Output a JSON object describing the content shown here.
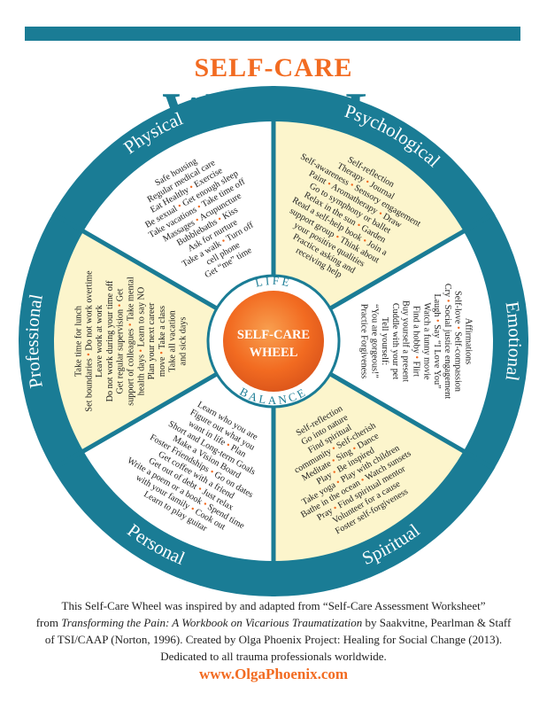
{
  "header": {
    "title_small": "SELF-CARE",
    "title_big": "WHEEL"
  },
  "colors": {
    "teal": "#1a7c95",
    "orange": "#f26b21",
    "cream": "#fcf5cc",
    "white": "#ffffff"
  },
  "center": {
    "top_label": "LIFE",
    "bottom_label": "BALANCE",
    "line1": "SELF-CARE",
    "line2": "WHEEL"
  },
  "segments": [
    {
      "name": "Physical",
      "lines": [
        "Safe housing",
        "Regular medical care",
        "Eat Healthy • Exercise",
        "Be sexual • Get enough sleep",
        "Take vacations • Take time off",
        "Massages • Acupuncture",
        "Bubblebaths • Kiss",
        "Ask for nurture",
        "Take a walk • Turn off",
        "cell phone",
        "Get “me” time"
      ]
    },
    {
      "name": "Psychological",
      "lines": [
        "Self-reflection",
        "Therapy • Journal",
        "Self-awareness • Sensory engagement",
        "Paint • Aromatherapy • Draw",
        "Go to symphony or ballet",
        "Relax in the sun • Garden",
        "Read a self-help book • Join a",
        "support group • Think about",
        "your positive qualities",
        "Practice asking and",
        "receiving help"
      ]
    },
    {
      "name": "Emotional",
      "lines": [
        "Affirmations",
        "Self-love • Self-compassion",
        "Cry • Social justice engagement",
        "Laugh • Say “I Love You”",
        "Watch a funny movie",
        "Find a hobby • Flirt",
        "Buy yourself a present",
        "Cuddle with your pet",
        "Tell yourself:",
        "“You are gorgeous!”",
        "Practice Forgiveness"
      ]
    },
    {
      "name": "Spiritual",
      "lines": [
        "Self-reflection",
        "Go into nature",
        "Find spiritual",
        "community • Self-cherish",
        "Meditate • Sing • Dance",
        "Play • Be inspired",
        "Take yoga • Play with children",
        "Bathe in the ocean • Watch sunsets",
        "Pray • Find spiritual mentor",
        "Volunteer for a cause",
        "Foster self-forgiveness"
      ]
    },
    {
      "name": "Personal",
      "lines": [
        "Learn who you are",
        "Figure out what you",
        "want in life • Plan",
        "Short and Long-term Goals",
        "Make a Vision Board",
        "Foster Friendships • Go on dates",
        "Get coffee with a friend",
        "Get out of debt • Just relax",
        "Write a poem or a book • Spend time",
        "with your family • Cook out",
        "Learn to play guitar"
      ]
    },
    {
      "name": "Professional",
      "lines": [
        "Take time for lunch",
        "Set boundaries • Do not work overtime",
        "Leave work at work",
        "Do not work during your time off",
        "Get regular supervision • Get",
        "support of colleagues • Take mental",
        "health days • Learn to say NO",
        "Plan your next career",
        "move • Take a class",
        "Take all vacation",
        "and sick days"
      ]
    }
  ],
  "footer": {
    "line1": "This Self-Care Wheel was inspired by and adapted from “Self-Care Assessment Worksheet”",
    "line2_pre": "from ",
    "line2_italic": "Transforming the Pain: A Workbook on Vicarious Traumatization",
    "line2_post": " by Saakvitne, Pearlman & Staff",
    "line3": "of TSI/CAAP (Norton, 1996). Created by Olga Phoenix Project: Healing for Social Change (2013).",
    "line4": "Dedicated to all trauma professionals worldwide.",
    "url": "www.OlgaPhoenix.com"
  }
}
